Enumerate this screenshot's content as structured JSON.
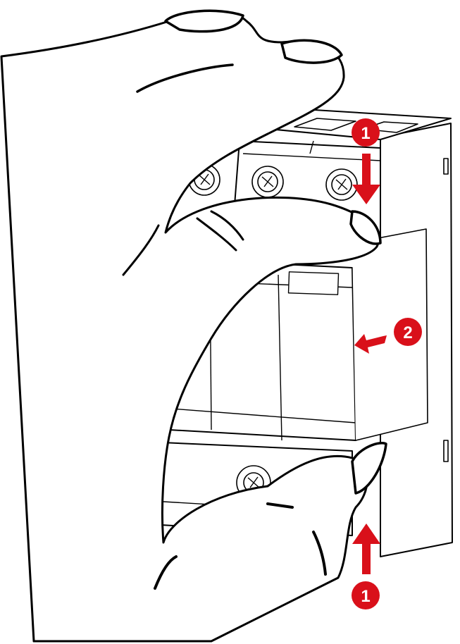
{
  "diagram": {
    "subject": "hand removing DIN-rail module",
    "colors": {
      "line": "#000000",
      "fill": "#ffffff",
      "accent": "#d9101a"
    },
    "steps": [
      {
        "id": "step-1-top",
        "label": "1",
        "arrow_direction": "down",
        "position": "top clip"
      },
      {
        "id": "step-2-side",
        "label": "2",
        "arrow_direction": "left",
        "position": "module side"
      },
      {
        "id": "step-1-bottom",
        "label": "1",
        "arrow_direction": "up",
        "position": "bottom clip"
      }
    ]
  }
}
